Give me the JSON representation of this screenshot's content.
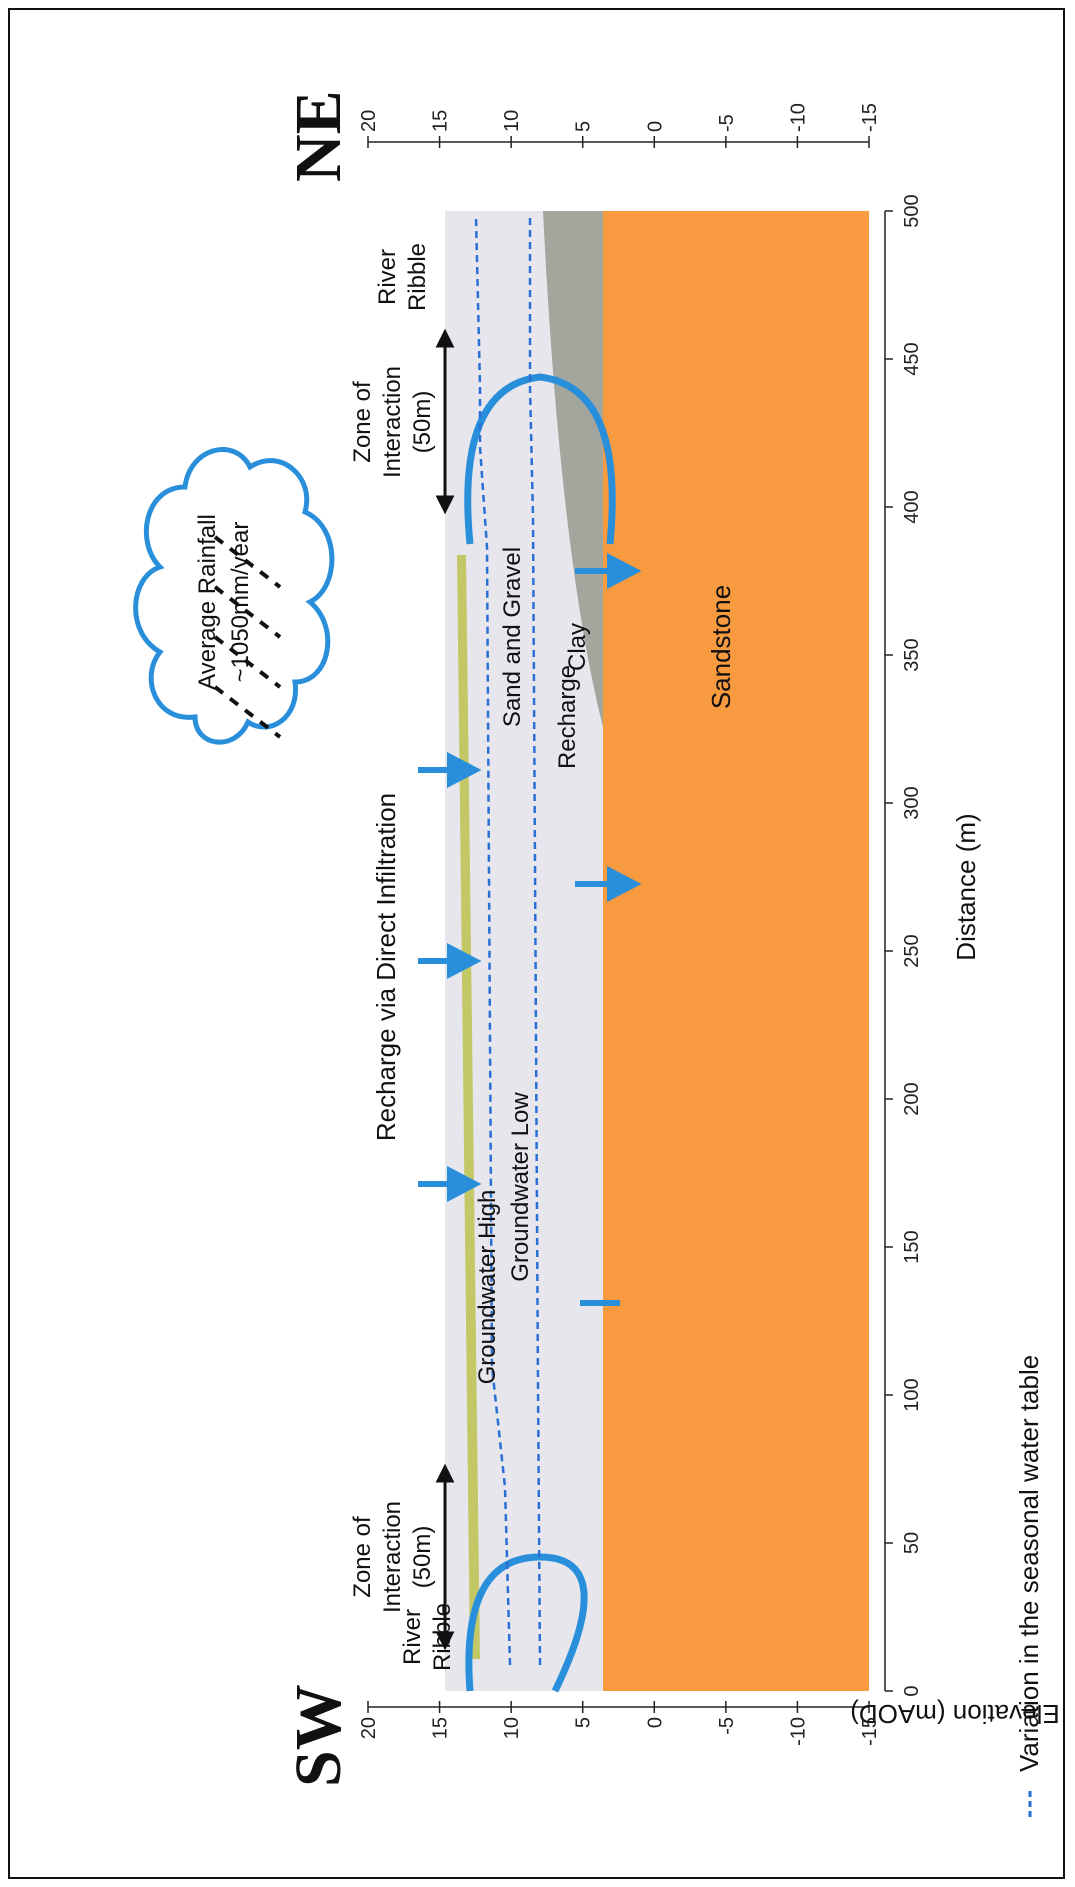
{
  "directions": {
    "left": "SW",
    "right": "NE"
  },
  "axes": {
    "x_label": "Distance (m)",
    "y_label": "Elevation (mAOD)",
    "x_ticks": [
      "0",
      "50",
      "100",
      "150",
      "200",
      "250",
      "300",
      "350",
      "400",
      "450",
      "500"
    ],
    "y_ticks": [
      "20",
      "15",
      "10",
      "5",
      "0",
      "-5",
      "-10",
      "-15"
    ]
  },
  "labels": {
    "rainfall_line1": "Average Rainfall",
    "rainfall_line2": "~1050mm/year",
    "recharge_direct": "Recharge via Direct Infiltration",
    "recharge": "Recharge",
    "sand_gravel": "Sand and Gravel",
    "clay": "Clay",
    "sandstone": "Sandstone",
    "gw_high": "Groundwater High",
    "gw_low": "Groundwater Low",
    "zone_left_1": "Zone of",
    "zone_left_2": "Interaction",
    "zone_left_3": "(50m)",
    "zone_right_1": "Zone of",
    "zone_right_2": "Interaction",
    "zone_right_3": "(50m)",
    "river_left_1": "River",
    "river_left_2": "Ribble",
    "river_right_1": "River",
    "river_right_2": "Ribble"
  },
  "legend": {
    "text": "Variation in the seasonal water table"
  },
  "colors": {
    "sandstone": "#f89a40",
    "clay": "#a2a69c",
    "sand_gravel": "#e6e6ec",
    "topsoil": "#c3c765",
    "water": "#2a8fdb",
    "water_table": "#2a6fd4",
    "frame": "#111111"
  }
}
